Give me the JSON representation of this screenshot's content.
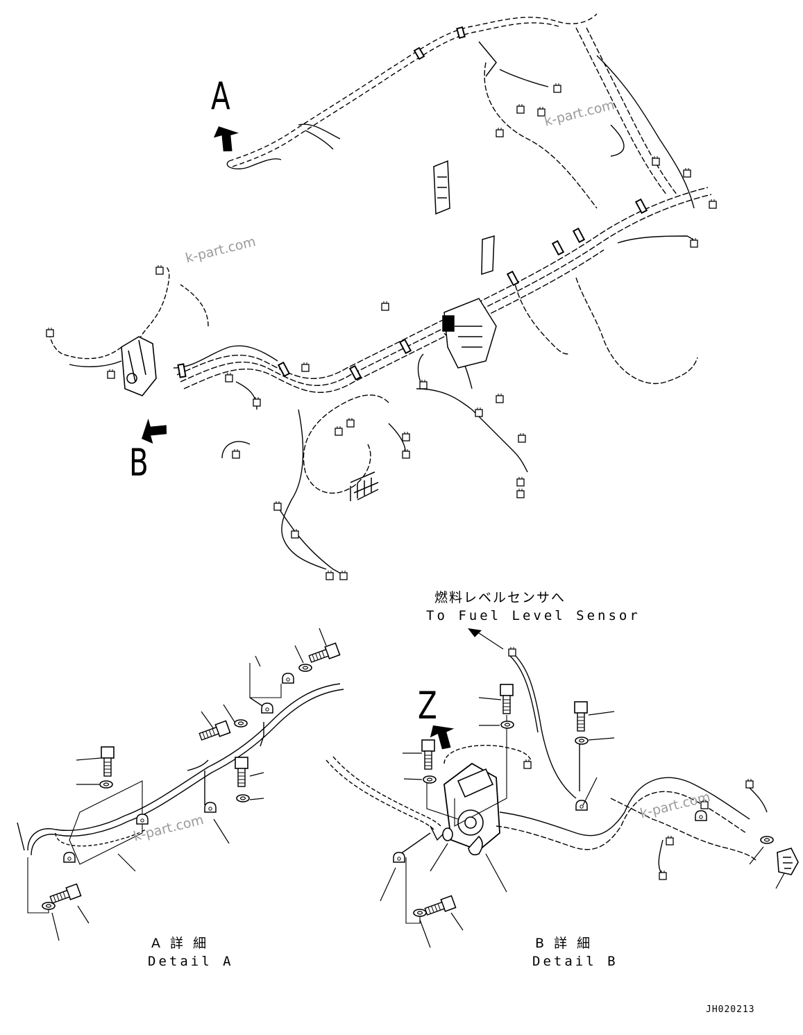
{
  "view_labels": {
    "a": "A",
    "b": "B",
    "z": "Z"
  },
  "fuel_note": {
    "jp": "燃料レベルセンサへ",
    "en": "To Fuel Level Sensor"
  },
  "details": {
    "a_jp": "A 詳 細",
    "a_en": "Detail A",
    "b_jp": "B 詳 細",
    "b_en": "Detail B"
  },
  "watermark": "k-part.com",
  "drawing_code": "JH020213",
  "icons": [
    "view-arrow-icon",
    "bolt-icon",
    "washer-icon",
    "clamp-icon",
    "connector-icon",
    "fuse-box-icon"
  ]
}
